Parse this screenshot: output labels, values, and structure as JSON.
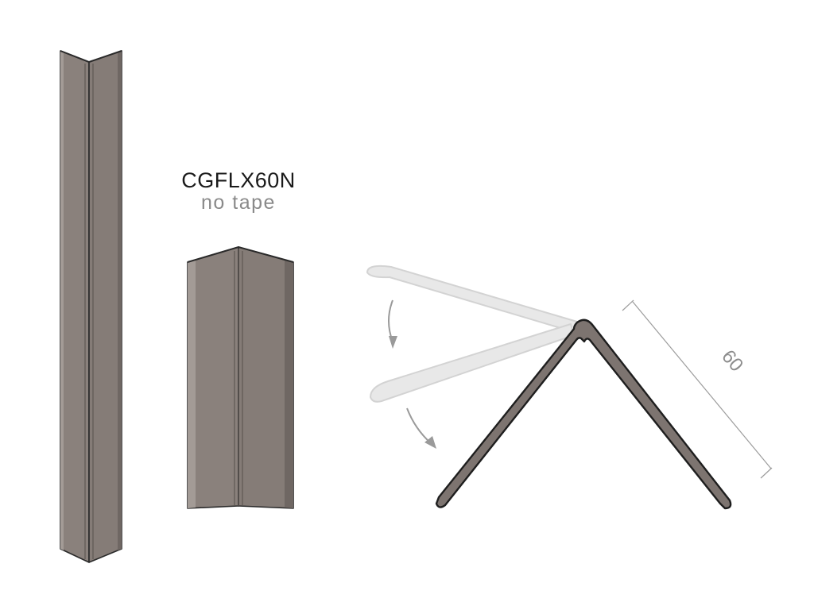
{
  "product": {
    "code": "CGFLX60N",
    "note": "no tape"
  },
  "dimension": {
    "value": "60"
  },
  "colors": {
    "profile_fill": "#8a817c",
    "profile_dark": "#6f6763",
    "profile_light": "#a39b96",
    "outline": "#2a2a2a",
    "ghost_fill": "#e6e6e6",
    "ghost_stroke": "#cfcfcf",
    "arrow": "#9a9a9a",
    "dimension_line": "#9c9c9c",
    "label_dark": "#1a1a1a",
    "label_gray": "#8a8a8a"
  },
  "icons": {
    "fold_arrow_upper": "curved-down-arrow-icon",
    "fold_arrow_lower": "curved-down-right-arrow-icon"
  }
}
